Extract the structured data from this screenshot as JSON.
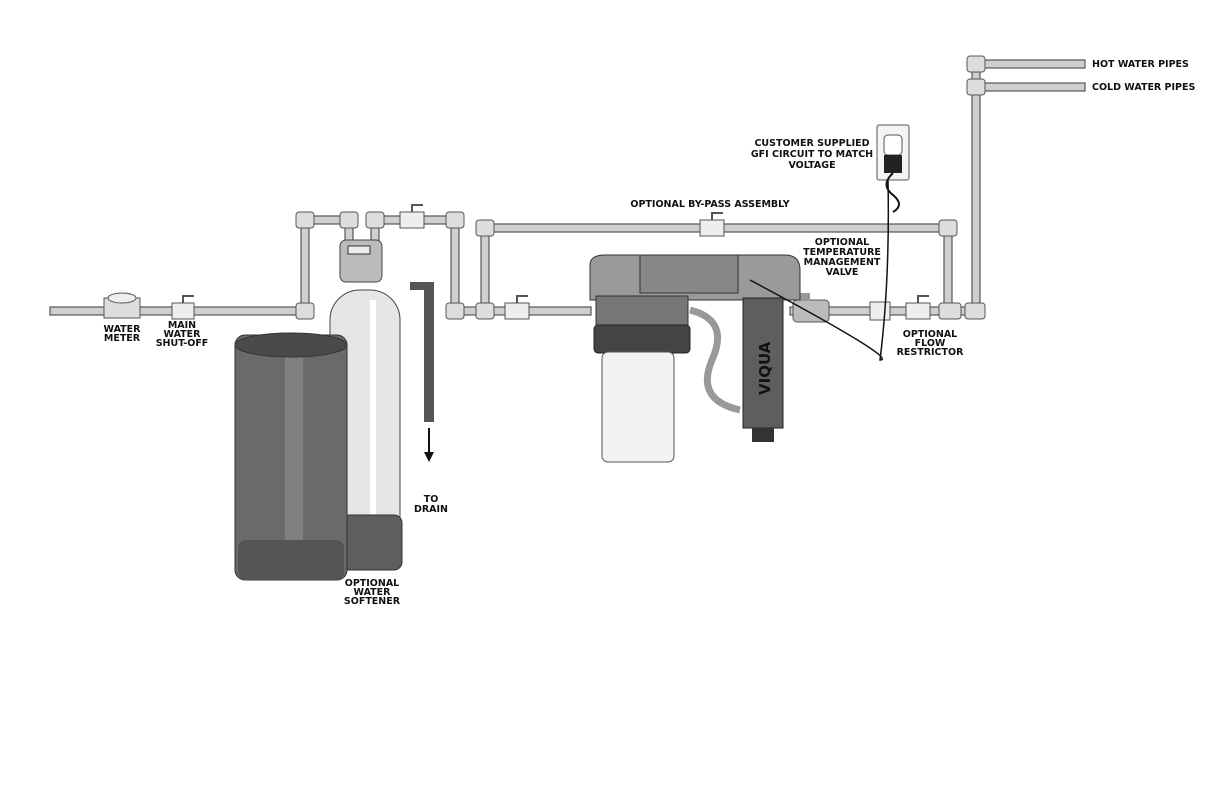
{
  "labels": {
    "hot_water_pipes": "HOT WATER PIPES",
    "cold_water_pipes": "COLD WATER PIPES",
    "gfi_circuit": [
      "CUSTOMER SUPPLIED",
      "GFI CIRCUIT TO MATCH",
      "VOLTAGE"
    ],
    "bypass_assembly": "OPTIONAL BY-PASS ASSEMBLY",
    "temperature_valve": [
      "OPTIONAL",
      "TEMPERATURE",
      "MANAGEMENT",
      "VALVE"
    ],
    "flow_restrictor": [
      "OPTIONAL",
      "FLOW",
      "RESTRICTOR"
    ],
    "water_meter": [
      "WATER",
      "METER"
    ],
    "main_shutoff": [
      "MAIN",
      "WATER",
      "SHUT-OFF"
    ],
    "to_drain": [
      "TO",
      "DRAIN"
    ],
    "water_softener": [
      "OPTIONAL",
      "WATER",
      "SOFTENER"
    ]
  },
  "brand": "VIQUA",
  "colors": {
    "pipe": "#cfcfcf",
    "dark_unit": "#5e5e5e",
    "outline": "#333333"
  }
}
